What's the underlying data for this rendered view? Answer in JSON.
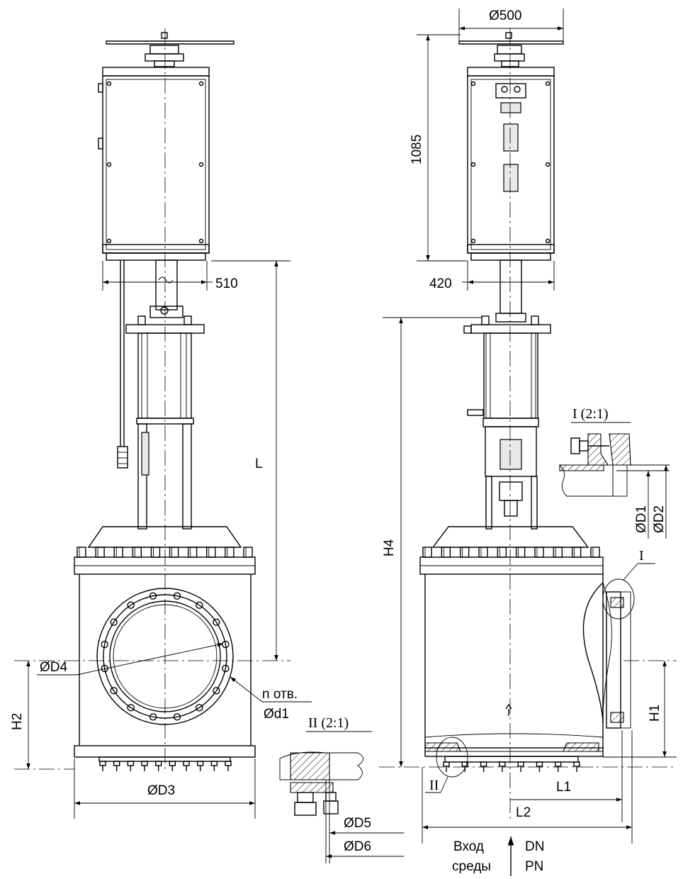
{
  "labels": {
    "d500": "Ø500",
    "h1085": "1085",
    "w510": "510",
    "w420": "420",
    "L": "L",
    "H4": "H4",
    "H2": "H2",
    "H1": "H1",
    "D4": "ØD4",
    "D3": "ØD3",
    "D1": "ØD1",
    "D2": "ØD2",
    "D5": "ØD5",
    "D6": "ØD6",
    "n_holes": "n отв.",
    "d1": "Ød1",
    "L1": "L1",
    "L2": "L2",
    "detail_I": "I (2:1)",
    "detail_II": "II (2:1)",
    "mark_I": "I",
    "mark_II": "II",
    "inlet_1": "Вход",
    "inlet_2": "среды",
    "DN": "DN",
    "PN": "PN"
  }
}
